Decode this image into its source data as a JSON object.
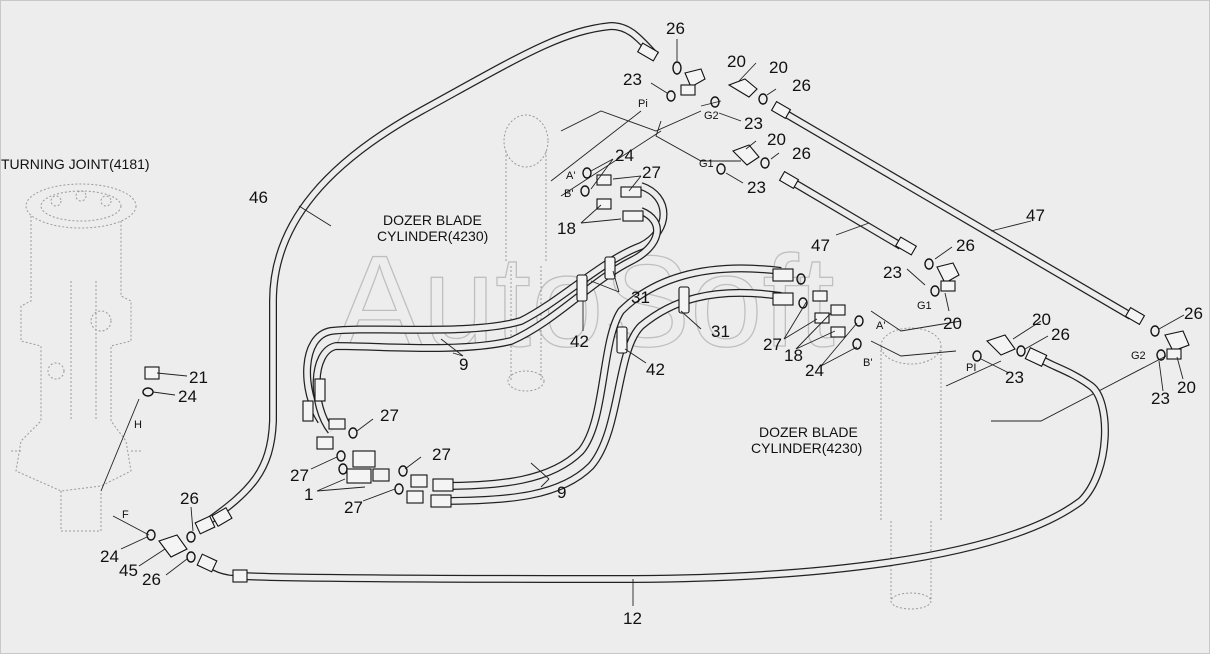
{
  "titles": {
    "turning_joint": "TURNING JOINT(4181)",
    "dozer_left_1": "DOZER BLADE",
    "dozer_left_2": "CYLINDER(4230)",
    "dozer_right_1": "DOZER BLADE",
    "dozer_right_2": "CYLINDER(4230)"
  },
  "watermark": "AutoSoft",
  "ports": {
    "pi_top": "Pi",
    "g2_top": "G2",
    "g1_top": "G1",
    "a_left": "A'",
    "b_left": "B'",
    "h": "H",
    "f": "F",
    "g1_right": "G1",
    "a_right": "A'",
    "b_right": "B'",
    "pi_right": "PI",
    "g2_right": "G2"
  },
  "callouts": {
    "c26_a": "26",
    "c20_a": "20",
    "c23_a": "23",
    "c20_b": "20",
    "c26_b": "26",
    "c23_b": "23",
    "c20_c": "20",
    "c26_c": "26",
    "c23_c": "23",
    "c24_a": "24",
    "c27_a": "27",
    "c18_a": "18",
    "c46": "46",
    "c47_a": "47",
    "c47_b": "47",
    "c26_d": "26",
    "c23_d": "23",
    "c20_d": "20",
    "c31_a": "31",
    "c42_a": "42",
    "c9_a": "9",
    "c31_b": "31",
    "c42_b": "42",
    "c27_b": "27",
    "c18_b": "18",
    "c24_b": "24",
    "c20_e": "20",
    "c26_e": "26",
    "c23_e": "23",
    "c26_f": "26",
    "c20_f": "20",
    "c23_f": "23",
    "c21": "21",
    "c24_c": "24",
    "c27_c": "27",
    "c27_d": "27",
    "c27_e": "27",
    "c1": "1",
    "c27_f": "27",
    "c9_b": "9",
    "c26_g": "26",
    "c24_d": "24",
    "c45": "45",
    "c26_h": "26",
    "c12": "12"
  }
}
